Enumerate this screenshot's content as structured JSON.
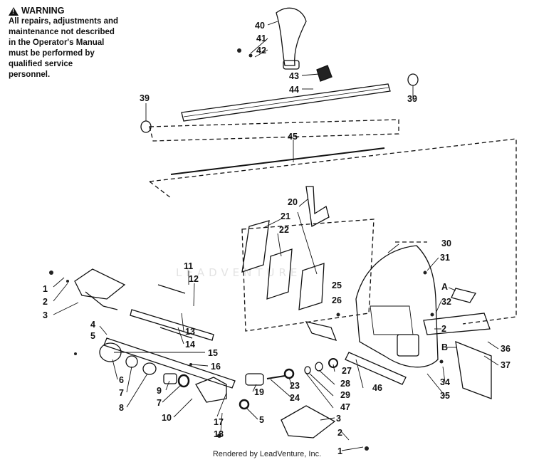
{
  "warning": {
    "title": "WARNING",
    "lines": [
      "All repairs, adjustments and",
      "maintenance not described",
      "in the Operator's Manual",
      "must be performed by",
      "qualified service",
      "personnel."
    ]
  },
  "labels": [
    "1",
    "2",
    "3",
    "4",
    "5",
    "6",
    "7",
    "8",
    "9",
    "7",
    "10",
    "11",
    "12",
    "13",
    "14",
    "15",
    "16",
    "17",
    "18",
    "19",
    "5",
    "3",
    "2",
    "1",
    "20",
    "21",
    "22",
    "23",
    "24",
    "25",
    "26",
    "27",
    "28",
    "29",
    "47",
    "46",
    "30",
    "31",
    "32",
    "A",
    "2",
    "B",
    "34",
    "35",
    "36",
    "37",
    "39",
    "39",
    "40",
    "41",
    "42",
    "43",
    "44",
    "45"
  ],
  "watermark": "LEADVENTURE",
  "footer": "Rendered by LeadVenture, Inc."
}
